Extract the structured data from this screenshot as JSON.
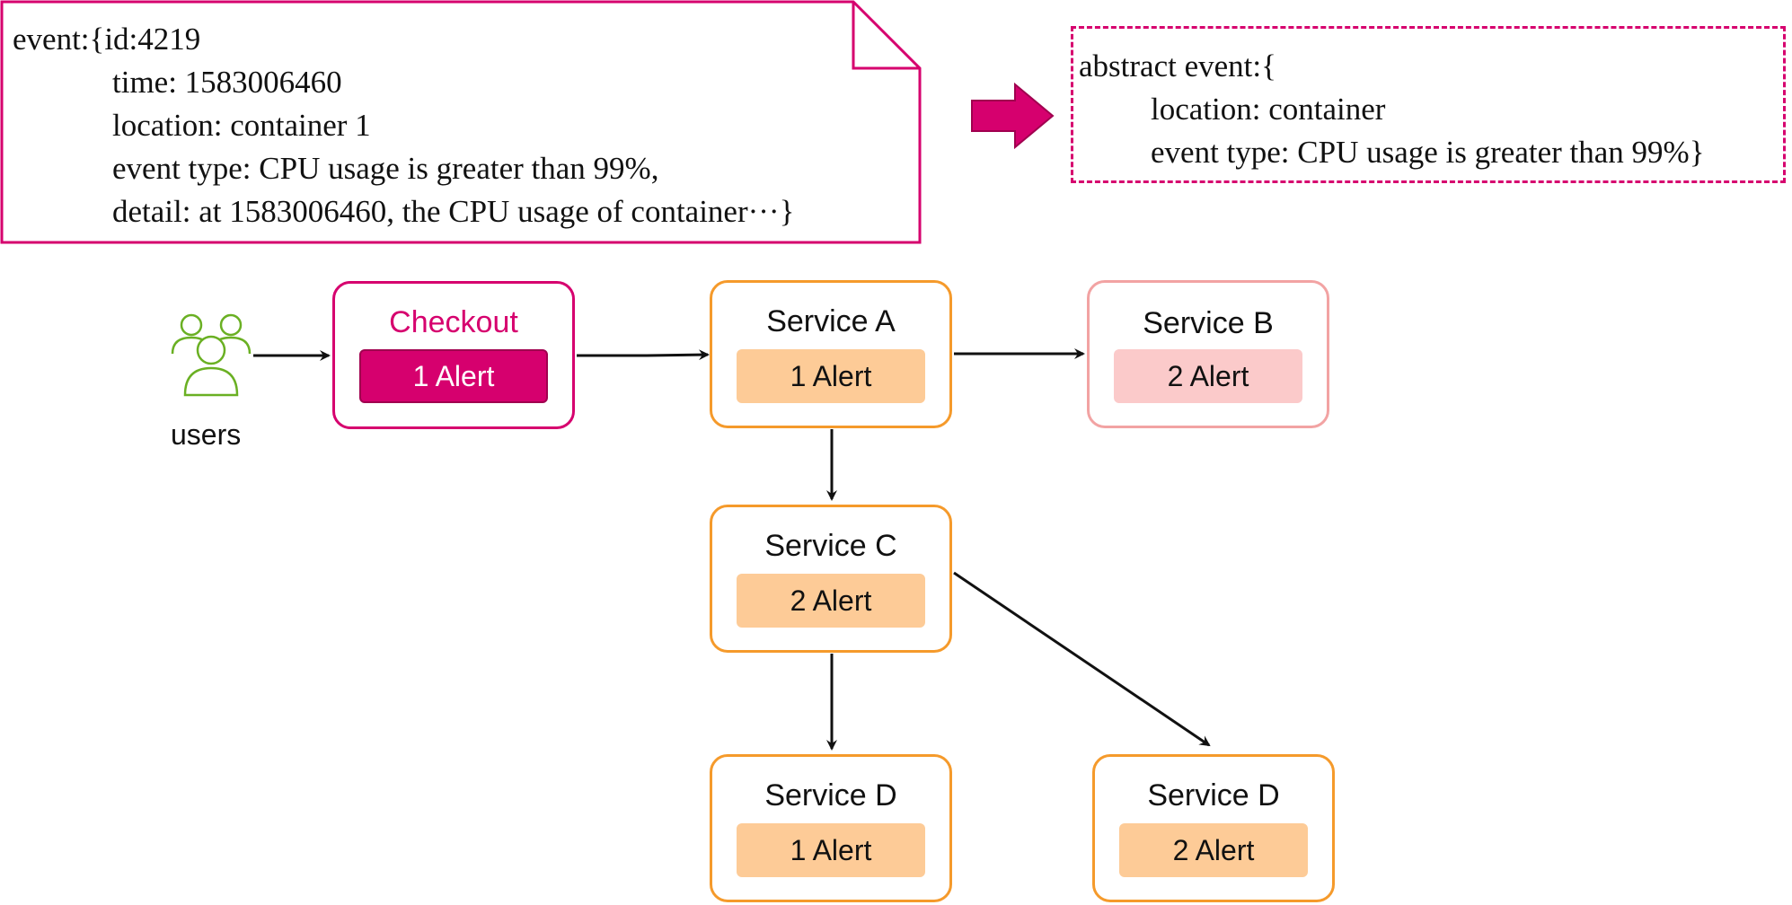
{
  "event_note": {
    "lines": [
      "event:{id:4219",
      "time: 1583006460",
      "location: container 1",
      "event type: CPU usage is greater than 99%,",
      "detail: at 1583006460, the CPU usage of container···}"
    ]
  },
  "abstract_event": {
    "lines": [
      "abstract event:{",
      "location: container",
      "event type: CPU usage is greater than 99%}"
    ]
  },
  "users": {
    "label": "users"
  },
  "nodes": {
    "checkout": {
      "title": "Checkout",
      "alert": "1 Alert"
    },
    "service_a": {
      "title": "Service A",
      "alert": "1 Alert"
    },
    "service_b": {
      "title": "Service B",
      "alert": "2 Alert"
    },
    "service_c": {
      "title": "Service C",
      "alert": "2 Alert"
    },
    "service_d1": {
      "title": "Service D",
      "alert": "1 Alert"
    },
    "service_d2": {
      "title": "Service D",
      "alert": "2 Alert"
    }
  },
  "colors": {
    "accent": "#d6006e",
    "node_border_orange": "#f59a2b",
    "badge_orange": "#fdcb97",
    "node_border_pink": "#f2a3a3",
    "badge_pink": "#fbcaca",
    "users_icon": "#6ab023"
  }
}
